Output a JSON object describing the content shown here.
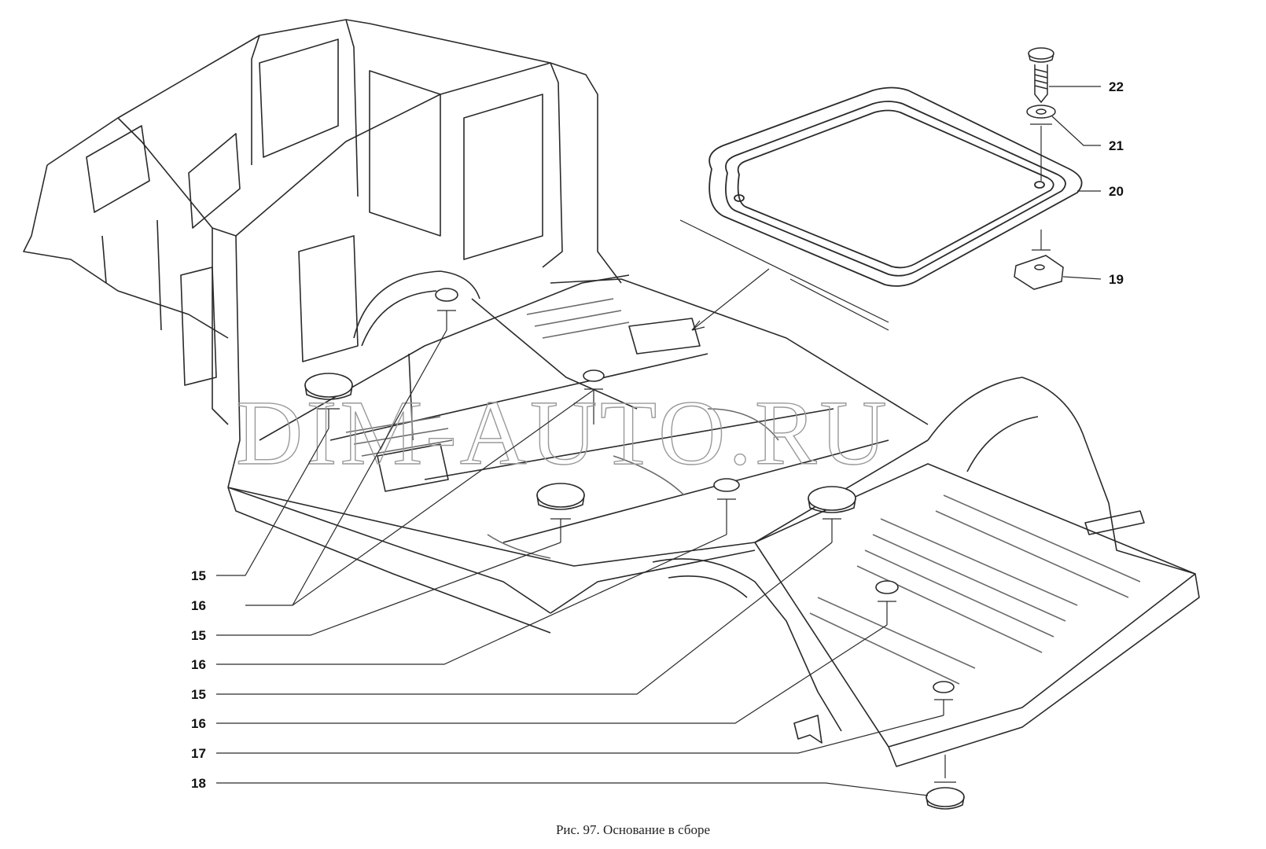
{
  "caption": "Рис. 97. Основание в сборе",
  "watermark": "DIM-AUTO.RU",
  "callouts": {
    "c15a": "15",
    "c16a": "16",
    "c15b": "15",
    "c16b": "16",
    "c15c": "15",
    "c16c": "16",
    "c17": "17",
    "c18": "18",
    "c19": "19",
    "c20": "20",
    "c21": "21",
    "c22": "22"
  },
  "colors": {
    "line": "#2a2a2a",
    "light": "#6a6a6a",
    "watermark": "#9a9a9a"
  }
}
